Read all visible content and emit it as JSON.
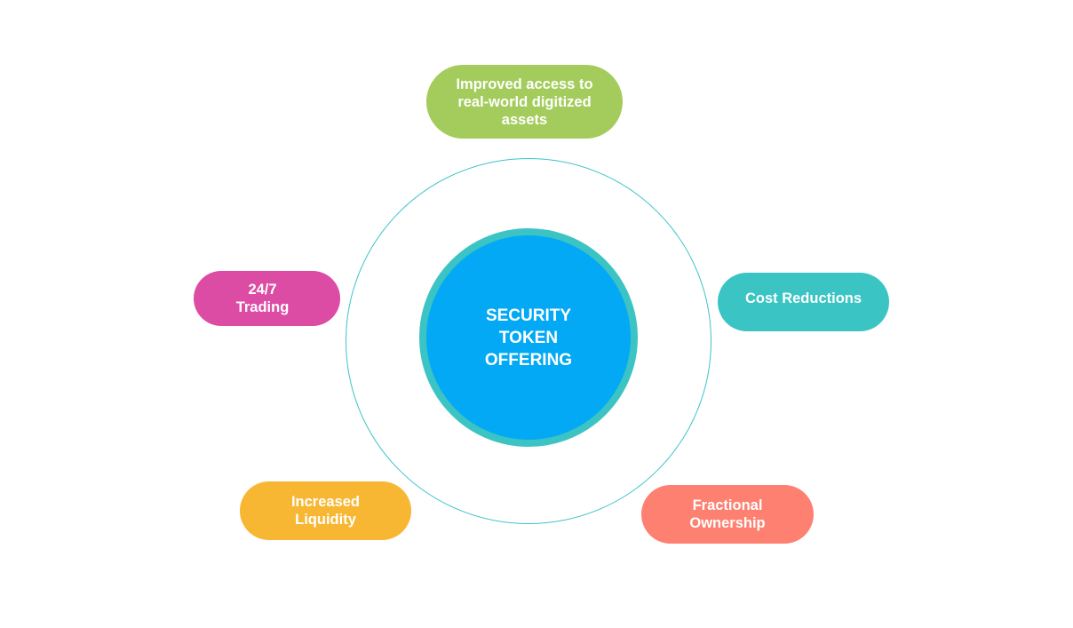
{
  "center": {
    "title": "SECURITY TOKEN OFFERING",
    "fill": "#03a9f4",
    "border": "#3cc4c4"
  },
  "benefits": [
    {
      "id": "access",
      "label": "Improved access to real-world digitized assets",
      "color": "#a3cc5c"
    },
    {
      "id": "trading",
      "label": "24/7 Trading",
      "color": "#dc4ba4"
    },
    {
      "id": "cost",
      "label": "Cost Reductions",
      "color": "#3ac4c4"
    },
    {
      "id": "liquidity",
      "label": "Increased Liquidity",
      "color": "#f8b733"
    },
    {
      "id": "ownership",
      "label": "Fractional Ownership",
      "color": "#fd8071"
    }
  ]
}
